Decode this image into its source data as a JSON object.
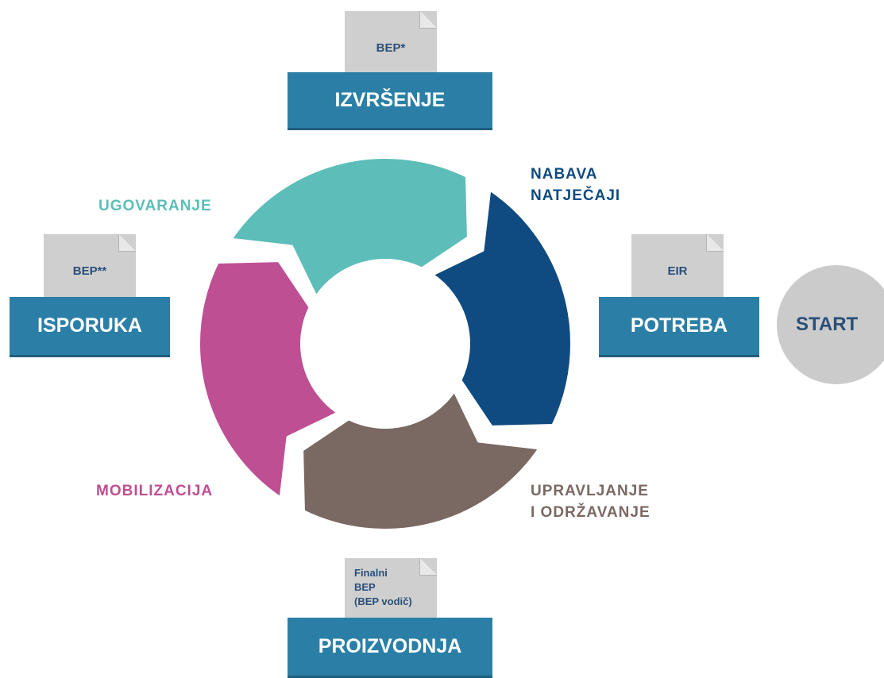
{
  "colors": {
    "box_blue": "#2b7fa6",
    "nabava": "#0f4b80",
    "ugovaranje": "#5dbdb8",
    "mobilizacija": "#be4f92",
    "upravljanje": "#7a6863",
    "doc_text": "#2a4f7a",
    "start_circle": "#cbcbcb"
  },
  "stages": {
    "izvrsenje": {
      "label": "IZVRŠENJE",
      "doc": "BEP*"
    },
    "isporuka": {
      "label": "ISPORUKA",
      "doc": "BEP**"
    },
    "potreba": {
      "label": "POTREBA",
      "doc": "EIR"
    },
    "proizvodnja": {
      "label": "PROIZVODNJA",
      "doc_lines": [
        "Finalni",
        "BEP",
        "(BEP vodič)"
      ]
    }
  },
  "start": {
    "label": "START"
  },
  "phases": {
    "nabava": [
      "NABAVA",
      "NATJEČAJI"
    ],
    "ugovaranje": [
      "UGOVARANJE"
    ],
    "mobilizacija": [
      "MOBILIZACIJA"
    ],
    "upravljanje": [
      "UPRAVLJANJE",
      "I ODRŽAVANJE"
    ]
  }
}
